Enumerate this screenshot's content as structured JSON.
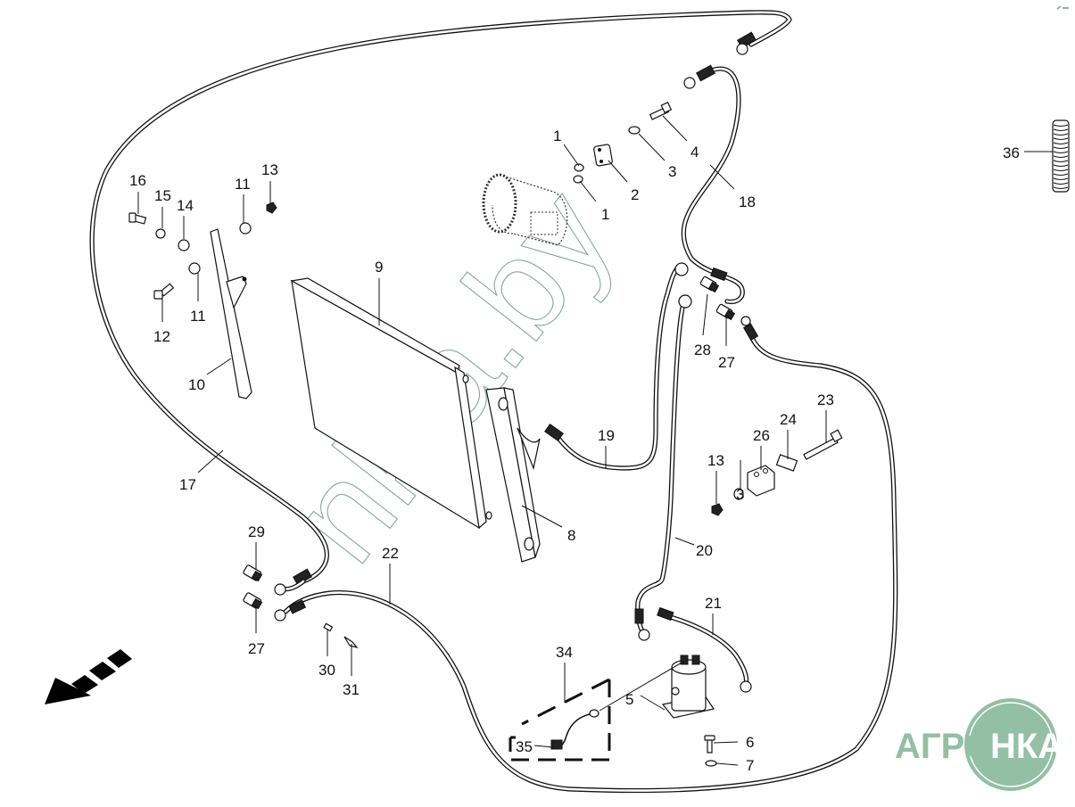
{
  "diagram": {
    "title": "Air conditioning system — exploded parts view",
    "part_labels": [
      {
        "id": "label-1a",
        "text": "1"
      },
      {
        "id": "label-1b",
        "text": "1"
      },
      {
        "id": "label-2",
        "text": "2"
      },
      {
        "id": "label-3a",
        "text": "3"
      },
      {
        "id": "label-3b",
        "text": "3"
      },
      {
        "id": "label-4",
        "text": "4"
      },
      {
        "id": "label-5",
        "text": "5"
      },
      {
        "id": "label-6",
        "text": "6"
      },
      {
        "id": "label-7",
        "text": "7"
      },
      {
        "id": "label-8",
        "text": "8"
      },
      {
        "id": "label-9",
        "text": "9"
      },
      {
        "id": "label-10",
        "text": "10"
      },
      {
        "id": "label-11a",
        "text": "11"
      },
      {
        "id": "label-11b",
        "text": "11"
      },
      {
        "id": "label-12",
        "text": "12"
      },
      {
        "id": "label-13a",
        "text": "13"
      },
      {
        "id": "label-13b",
        "text": "13"
      },
      {
        "id": "label-14",
        "text": "14"
      },
      {
        "id": "label-15",
        "text": "15"
      },
      {
        "id": "label-16",
        "text": "16"
      },
      {
        "id": "label-17",
        "text": "17"
      },
      {
        "id": "label-18",
        "text": "18"
      },
      {
        "id": "label-19",
        "text": "19"
      },
      {
        "id": "label-20",
        "text": "20"
      },
      {
        "id": "label-21",
        "text": "21"
      },
      {
        "id": "label-22",
        "text": "22"
      },
      {
        "id": "label-23",
        "text": "23"
      },
      {
        "id": "label-24",
        "text": "24"
      },
      {
        "id": "label-26",
        "text": "26"
      },
      {
        "id": "label-27a",
        "text": "27"
      },
      {
        "id": "label-27b",
        "text": "27"
      },
      {
        "id": "label-28",
        "text": "28"
      },
      {
        "id": "label-29",
        "text": "29"
      },
      {
        "id": "label-30",
        "text": "30"
      },
      {
        "id": "label-31",
        "text": "31"
      },
      {
        "id": "label-34",
        "text": "34"
      },
      {
        "id": "label-35",
        "text": "35"
      },
      {
        "id": "label-36",
        "text": "36"
      }
    ]
  },
  "watermark": {
    "text": "nkia.by",
    "color": "#86a696"
  },
  "logo": {
    "left_text": "АГРО",
    "right_text": "НКА",
    "color": "#93bfa5",
    "text_on_circle_color": "#ffffff"
  },
  "direction_arrow": {
    "meaning": "forward-direction-arrow"
  }
}
